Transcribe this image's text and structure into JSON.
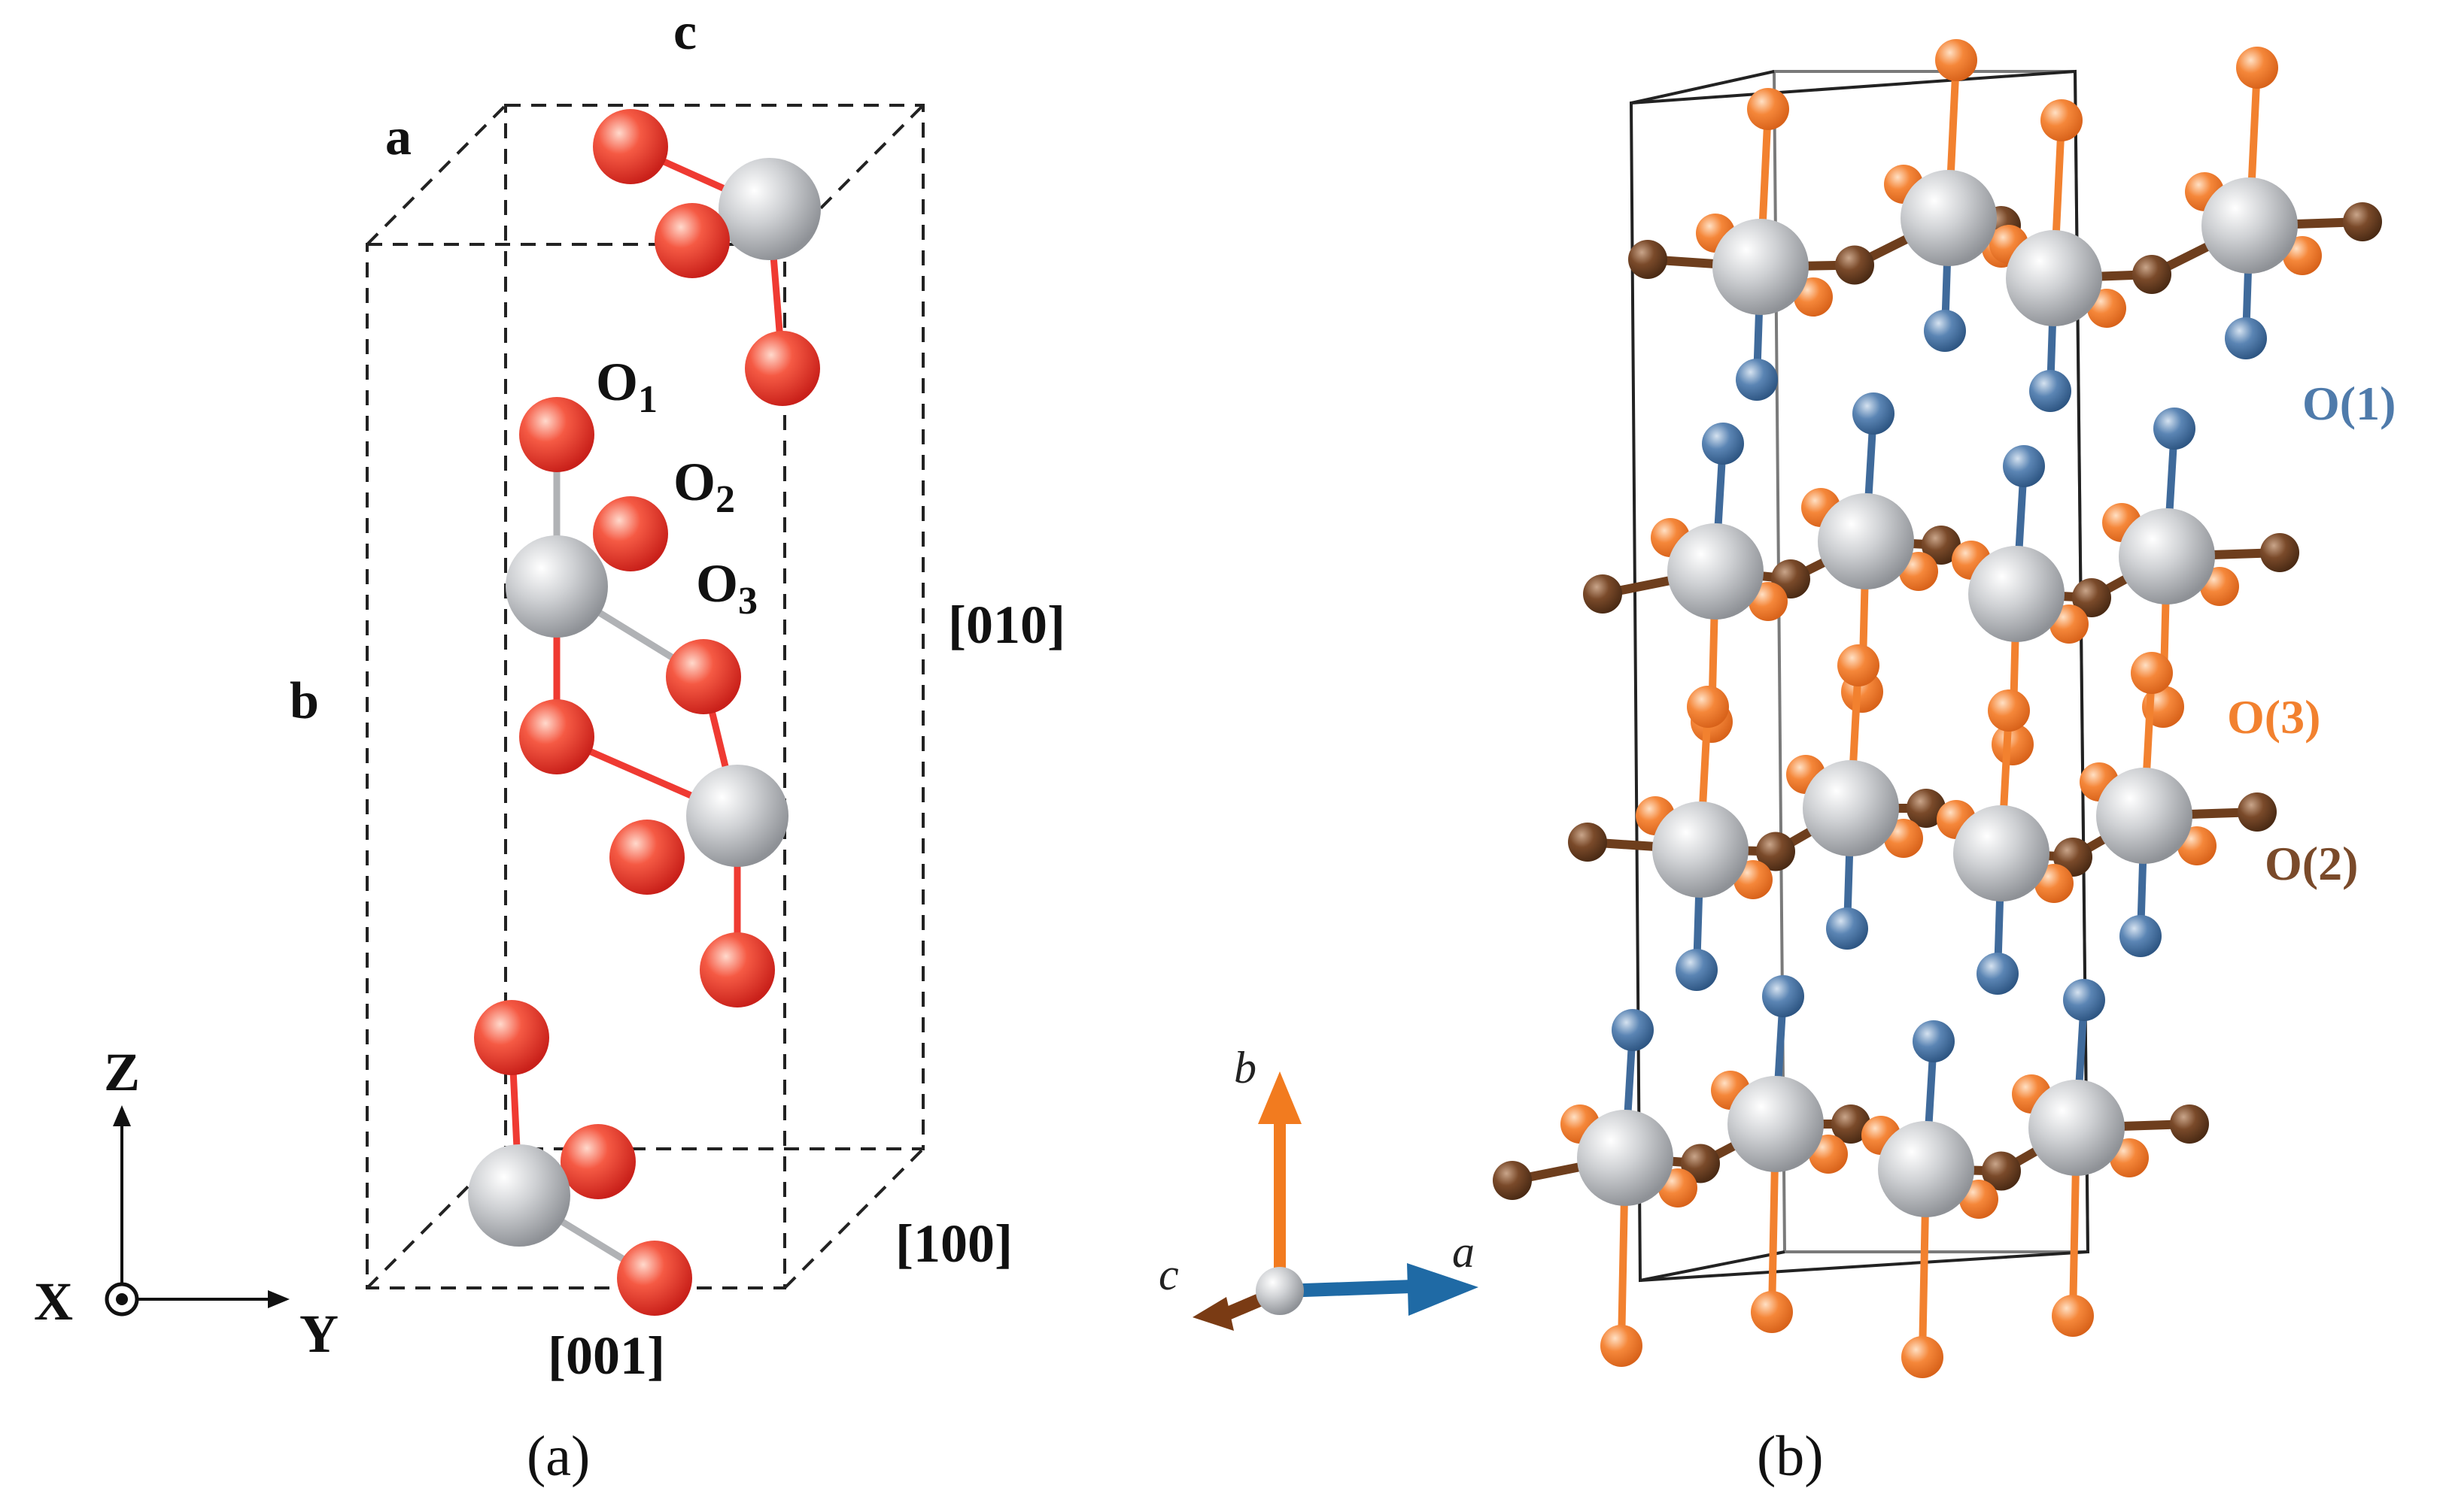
{
  "colors": {
    "titanium": "#c2c4c7",
    "oxygen_a": "#ef3a32",
    "oxygen_o1": "#4f7bab",
    "oxygen_o2": "#7a4a2a",
    "oxygen_o3": "#f2812f",
    "axis_b": "#f27b1f",
    "axis_a": "#1f6aa5",
    "axis_c": "#7a3b14",
    "cell_line": "#222222"
  },
  "panel_a": {
    "caption": "(a)",
    "axis_labels": {
      "a": "a",
      "b": "b",
      "c": "c"
    },
    "direction_labels": {
      "d010": "[010]",
      "d100": "[100]",
      "d001": "[001]"
    },
    "site_labels": {
      "o1": {
        "base": "O",
        "sub": "1"
      },
      "o2": {
        "base": "O",
        "sub": "2"
      },
      "o3": {
        "base": "O",
        "sub": "3"
      }
    },
    "coord_axes": {
      "z": "Z",
      "x": "X",
      "y": "Y"
    }
  },
  "panel_b": {
    "caption": "(b)",
    "site_labels": {
      "o1": "O(1)",
      "o3": "O(3)",
      "o2": "O(2)"
    },
    "axes": {
      "a": "a",
      "b": "b",
      "c": "c"
    }
  }
}
